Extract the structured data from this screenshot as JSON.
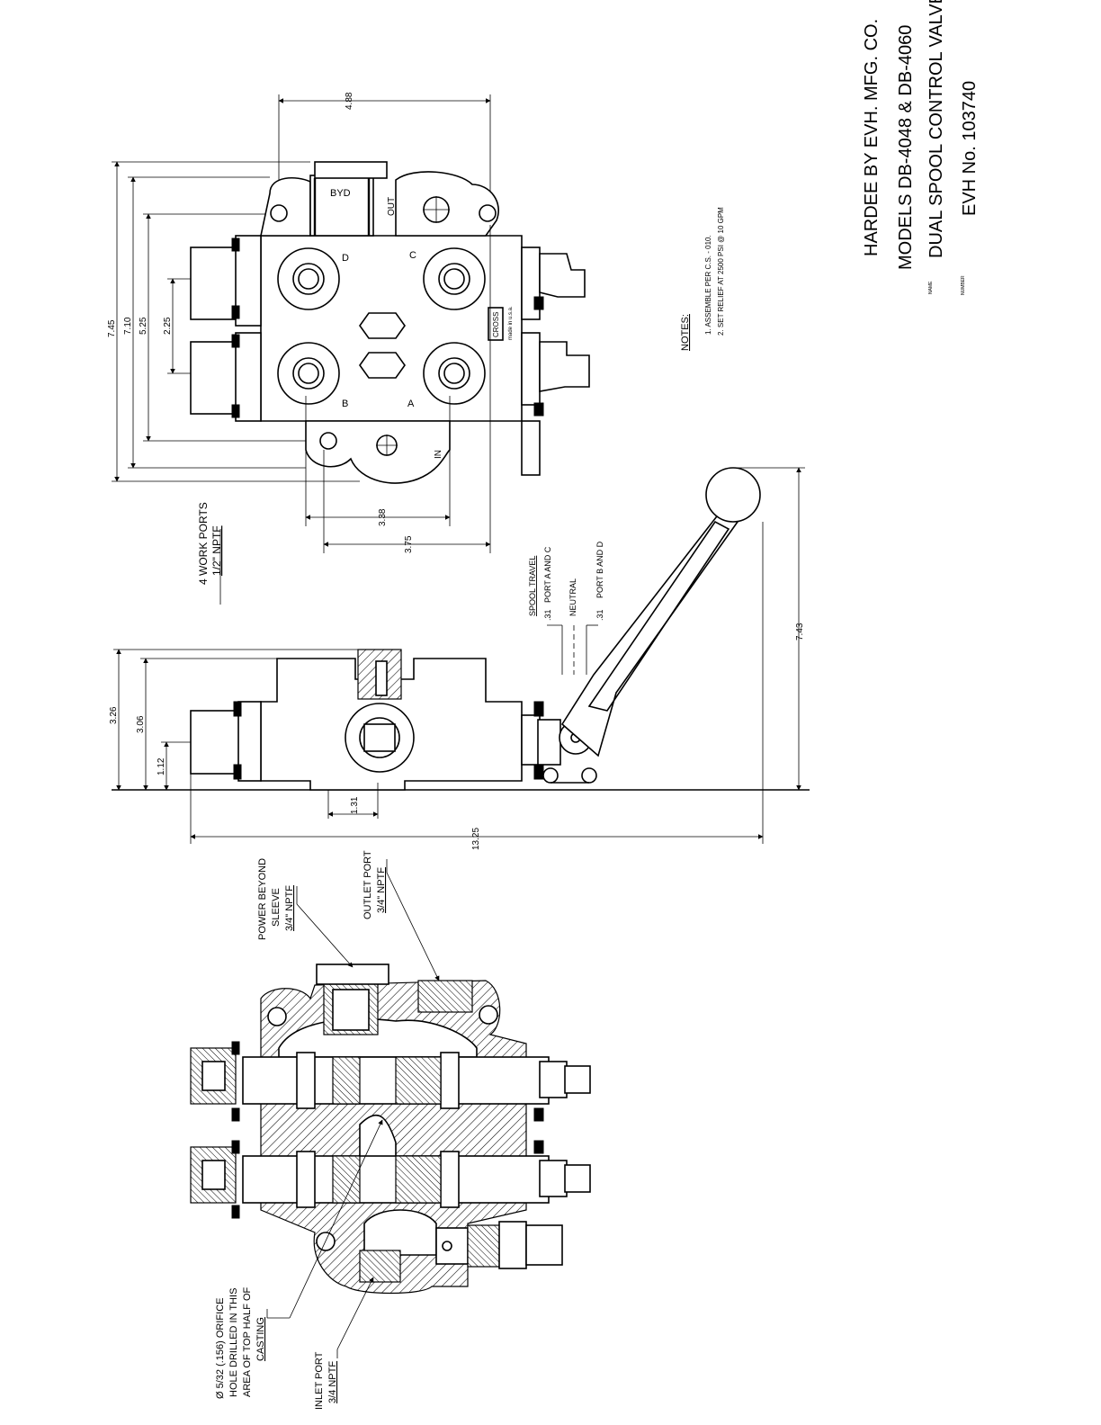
{
  "title_block": {
    "company": "HARDEE BY EVH. MFG. CO.",
    "models": "MODELS DB-4048 & DB-4060",
    "description": "DUAL SPOOL CONTROL VALVE",
    "part_number": "EVH No. 103740",
    "name_caption": "NAME",
    "number_caption": "NUMBER"
  },
  "notes": {
    "heading": "NOTES:",
    "items": [
      "1. ASSEMBLE PER C.S. - 010.",
      "2. SET RELIEF AT 2500 PSI @ 10 GPM"
    ]
  },
  "top_view": {
    "port_labels": {
      "byd": "BYD",
      "out": "OUT",
      "in": "IN",
      "a": "A",
      "b": "B",
      "c": "C",
      "d": "D"
    },
    "stamp_brand": "CROSS",
    "stamp_origin": "made in u.s.a.",
    "dims": {
      "top_width": "4.88",
      "overall_height": "7.45",
      "bolt_height": "7.10",
      "port_spacing_outer": "5.25",
      "port_spacing_inner": "2.25",
      "port_spacing_h1": "3.38",
      "port_spacing_h2": "3.75"
    },
    "work_ports_note_1": "4 WORK PORTS",
    "work_ports_note_2": "1/2\" NPTF"
  },
  "side_view": {
    "dims": {
      "overall_height": "3.26",
      "body_height": "3.06",
      "spool_height": "1.12",
      "base_offset": "1.31",
      "overall_length": "13.25",
      "handle_height": "7.43"
    },
    "spool_travel": {
      "heading": "SPOOL TRAVEL",
      "port_ac_value": ".31",
      "port_ac_label": "PORT A AND C",
      "neutral": "NEUTRAL",
      "port_bd_value": ".31",
      "port_bd_label": "PORT B AND D"
    }
  },
  "section_view": {
    "power_beyond_1": "POWER BEYOND",
    "power_beyond_2": "SLEEVE",
    "power_beyond_3": "3/4\" NPTF",
    "outlet_1": "OUTLET PORT",
    "outlet_2": "3/4\" NPTF",
    "orifice_1": "Ø 5/32 (.156) ORIFICE",
    "orifice_2": "HOLE DRILLED IN THIS",
    "orifice_3": "AREA OF TOP HALF OF",
    "orifice_4": "CASTING",
    "inlet_1": "INLET PORT",
    "inlet_2": "3/4 NPTF"
  }
}
